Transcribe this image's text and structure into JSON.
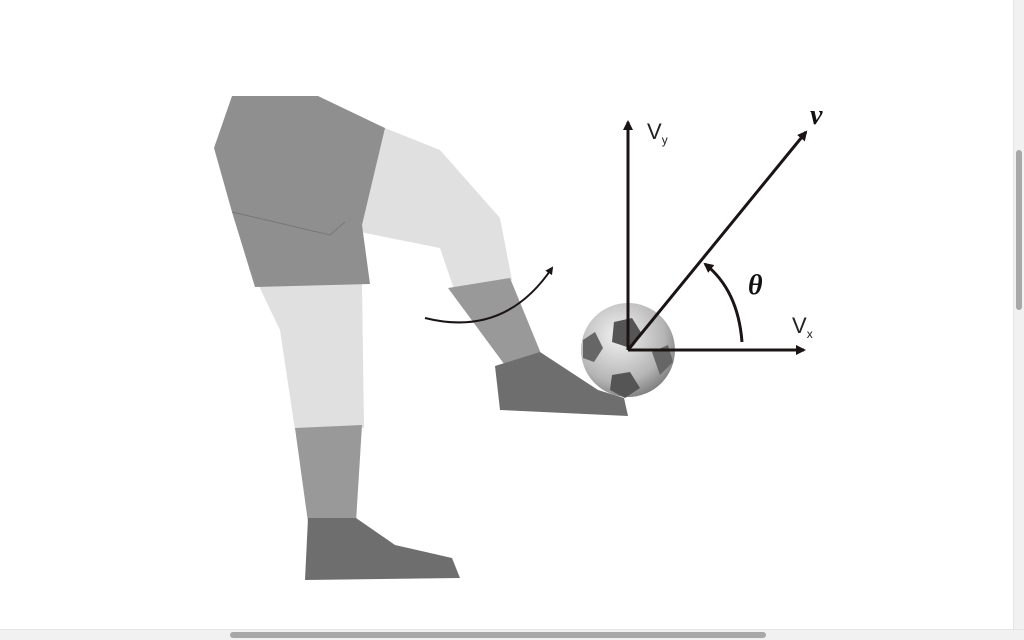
{
  "figure": {
    "labels": {
      "vy_main": "V",
      "vy_sub": "y",
      "vx_main": "V",
      "vx_sub": "x",
      "velocity": "v",
      "angle": "θ"
    },
    "colors": {
      "shorts": "#8f8f8f",
      "skin": "#e0e0e0",
      "sock": "#999999",
      "shoe": "#6e6e6e",
      "arrow": "#1a1414"
    }
  }
}
